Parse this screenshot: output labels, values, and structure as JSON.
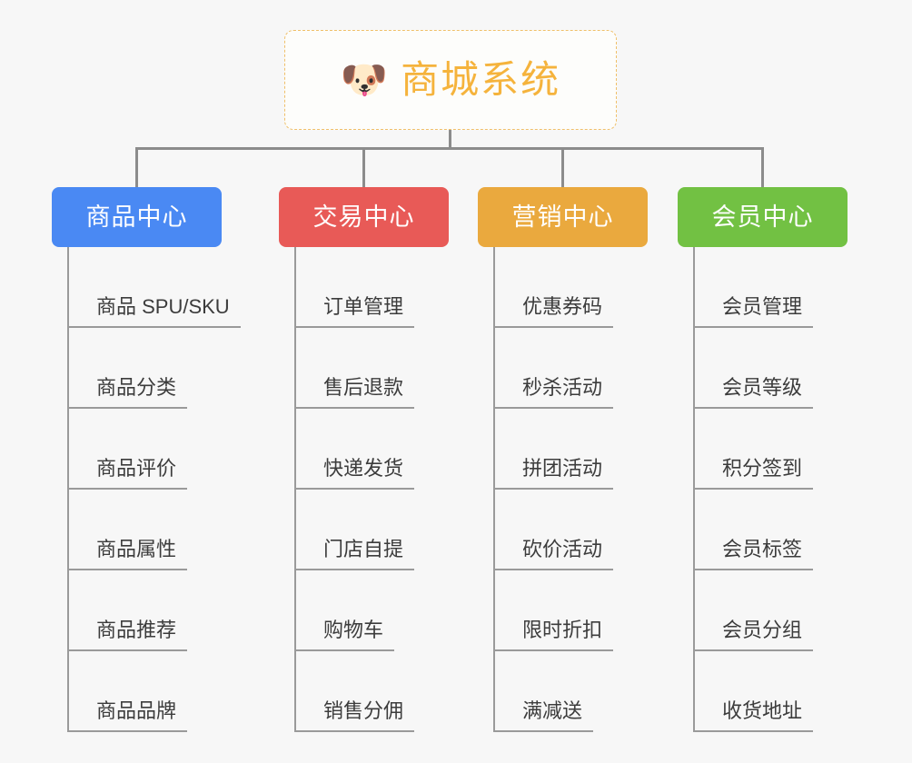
{
  "diagram": {
    "type": "org-chart",
    "background_color": "#f7f7f7",
    "root": {
      "icon": "shiba-dog-face-emoji",
      "icon_glyph": "🐶",
      "title": "商城系统",
      "text_color": "#f5b33c",
      "border_color": "#f0c06a",
      "background_color": "#fdfdfb"
    },
    "connector_color": "#8c8c8c",
    "columns": [
      {
        "id": "product-center",
        "header": "商品中心",
        "color": "#4a89f3",
        "items": [
          "商品 SPU/SKU",
          "商品分类",
          "商品评价",
          "商品属性",
          "商品推荐",
          "商品品牌"
        ]
      },
      {
        "id": "trade-center",
        "header": "交易中心",
        "color": "#e85a57",
        "items": [
          "订单管理",
          "售后退款",
          "快递发货",
          "门店自提",
          "购物车",
          "销售分佣"
        ]
      },
      {
        "id": "marketing-center",
        "header": "营销中心",
        "color": "#eaa93e",
        "items": [
          "优惠券码",
          "秒杀活动",
          "拼团活动",
          "砍价活动",
          "限时折扣",
          "满减送"
        ]
      },
      {
        "id": "member-center",
        "header": "会员中心",
        "color": "#72c143",
        "items": [
          "会员管理",
          "会员等级",
          "积分签到",
          "会员标签",
          "会员分组",
          "收货地址"
        ]
      }
    ]
  }
}
